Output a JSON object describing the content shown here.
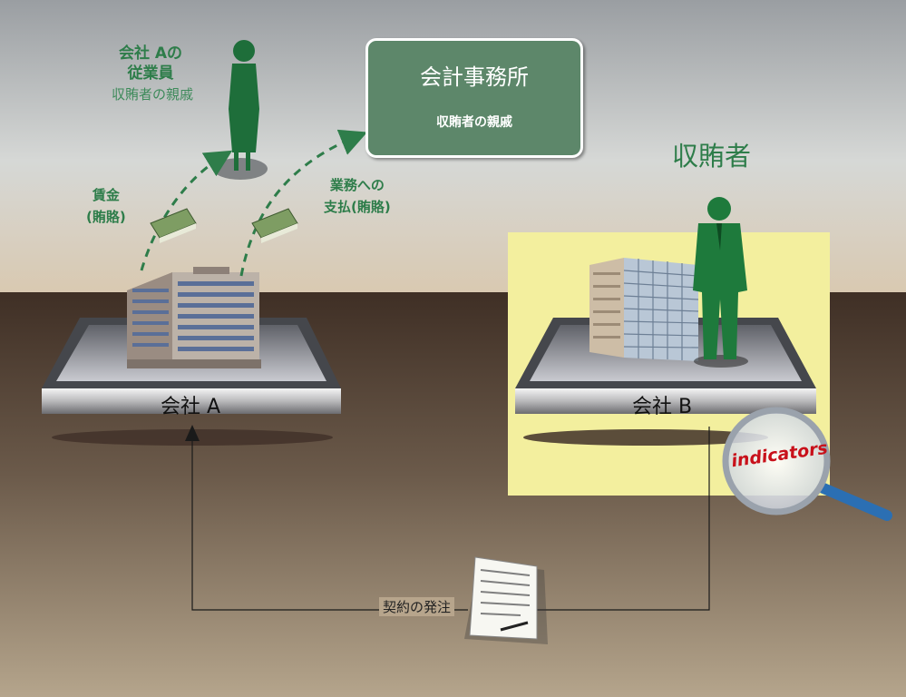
{
  "employee": {
    "title_line1": "会社 Aの",
    "title_line2": "従業員",
    "role": "収賄者の親戚"
  },
  "wages": {
    "line1": "賃金",
    "line2": "(賄賂)"
  },
  "business_payment": {
    "line1": "業務への",
    "line2": "支払(賄賂)"
  },
  "accounting_firm": {
    "title": "会計事務所",
    "subtitle": "収賄者の親戚"
  },
  "bribe_recipient": "収賄者",
  "company_a": "会社 A",
  "company_b": "会社 B",
  "contract": "契約の発注",
  "indicators": "indicators",
  "colors": {
    "green": "#2e7d4a",
    "box": "#5d876a",
    "highlight": "#f3ef9e",
    "ground": "#5e4a3c"
  },
  "icons": [
    "employee-figure-icon",
    "businessman-figure-icon",
    "building-icon",
    "money-bundle-icon",
    "document-icon",
    "magnifier-icon"
  ]
}
